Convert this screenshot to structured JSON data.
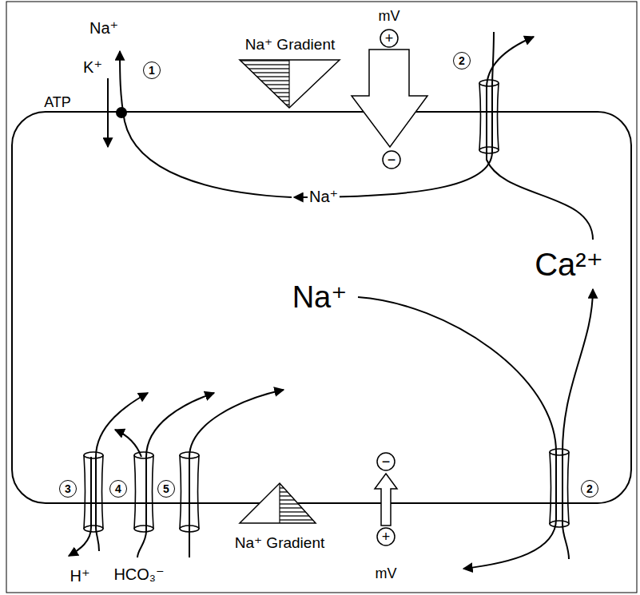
{
  "diagram": {
    "nodes": [
      {
        "text": [
          "1"
        ]
      },
      {
        "text": [
          "2"
        ]
      },
      {
        "text": [
          "3"
        ]
      },
      {
        "text": [
          "4"
        ]
      },
      {
        "text": [
          "5"
        ]
      },
      {
        "text": [
          "2"
        ]
      }
    ],
    "labels": [
      "Na⁺",
      "K⁺",
      "ATP",
      "Na⁺ Gradient",
      "mV",
      "+",
      "−",
      "Na⁺",
      "Ca²⁺",
      "Na⁺",
      "H⁺",
      "HCO₃⁻",
      "Na⁺ Gradient",
      "−",
      "+",
      "mV"
    ]
  }
}
